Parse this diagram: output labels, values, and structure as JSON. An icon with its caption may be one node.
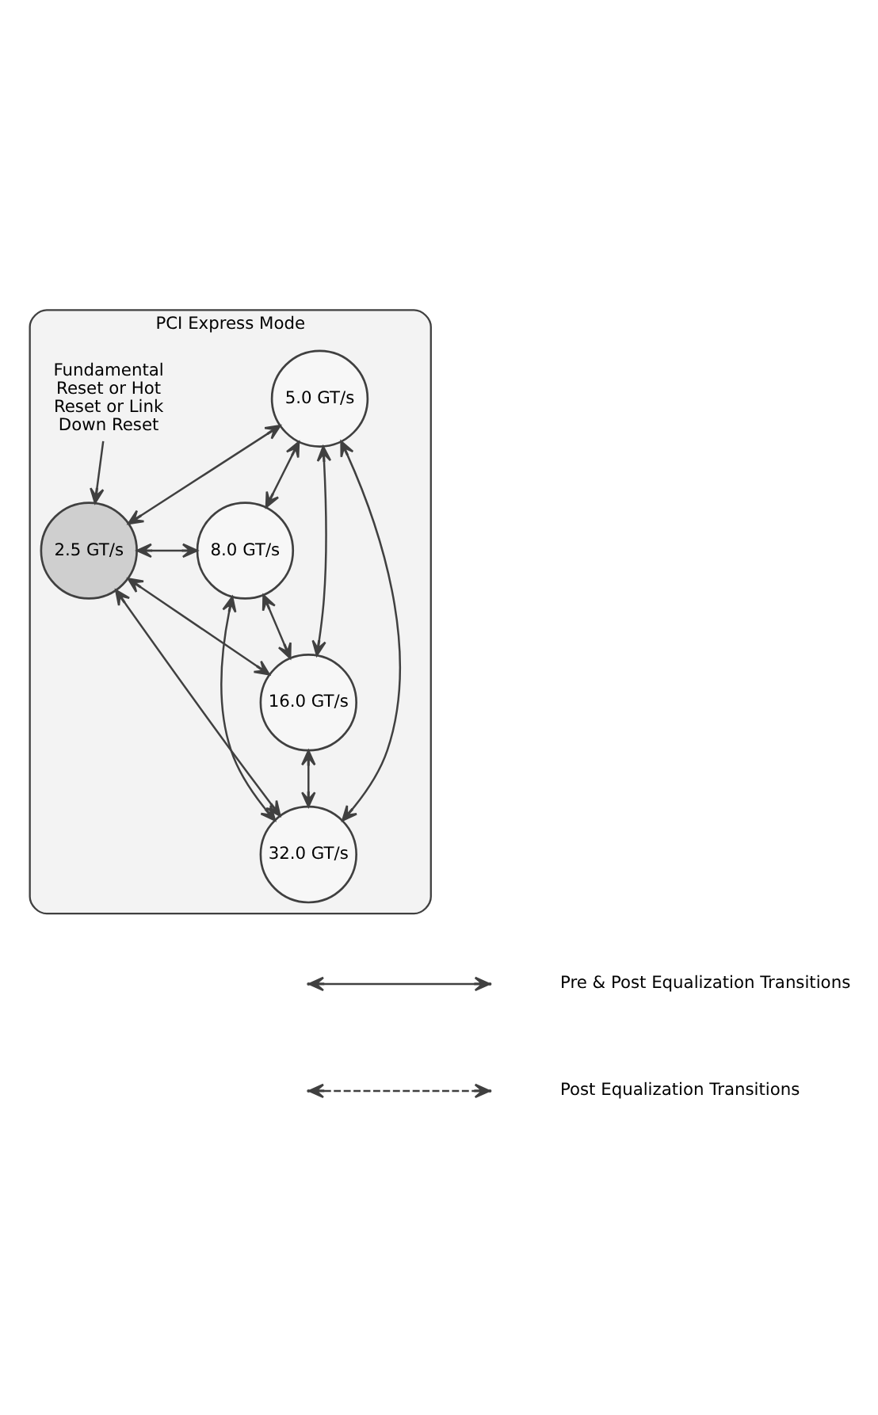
{
  "diagram": {
    "nodes": [
      {
        "text": [
          "PCI Express Mode"
        ]
      },
      {
        "text": [
          "5.0 GT/s"
        ],
        "in": 0
      },
      {
        "text": [
          "Fundamental Reset or Hot Reset or Link Down Reset"
        ],
        "in": 0
      },
      {
        "text": [
          "8.0 GT/s"
        ],
        "in": 0
      },
      {
        "text": [
          "2.5 GT/s"
        ],
        "in": 0
      },
      {
        "text": [
          "16.0 GT/s"
        ],
        "in": 0
      },
      {
        "text": [
          "32.0 GT/s"
        ],
        "in": 0
      }
    ],
    "edges": [
      {
        "from": 1,
        "to": 4,
        "arrow": "both"
      },
      {
        "from": 1,
        "to": 3,
        "arrow": "both"
      },
      {
        "from": 1,
        "to": 5,
        "arrow": "both"
      },
      {
        "from": 1,
        "to": 6,
        "arrow": "both"
      },
      {
        "from": 2,
        "to": 4,
        "arrow": "to"
      },
      {
        "from": 3,
        "to": 4,
        "arrow": "both"
      },
      {
        "from": 3,
        "to": 5,
        "arrow": "both"
      },
      {
        "from": 3,
        "to": 6,
        "arrow": "both"
      },
      {
        "from": 5,
        "to": 4,
        "arrow": "both"
      },
      {
        "from": 5,
        "to": 6,
        "arrow": "both"
      },
      {
        "from": 6,
        "to": 4,
        "arrow": "both"
      }
    ],
    "legend": [
      {
        "text": "Pre & Post Equalization Transitions"
      },
      {
        "text": "Post Equalization Transitions"
      }
    ]
  }
}
